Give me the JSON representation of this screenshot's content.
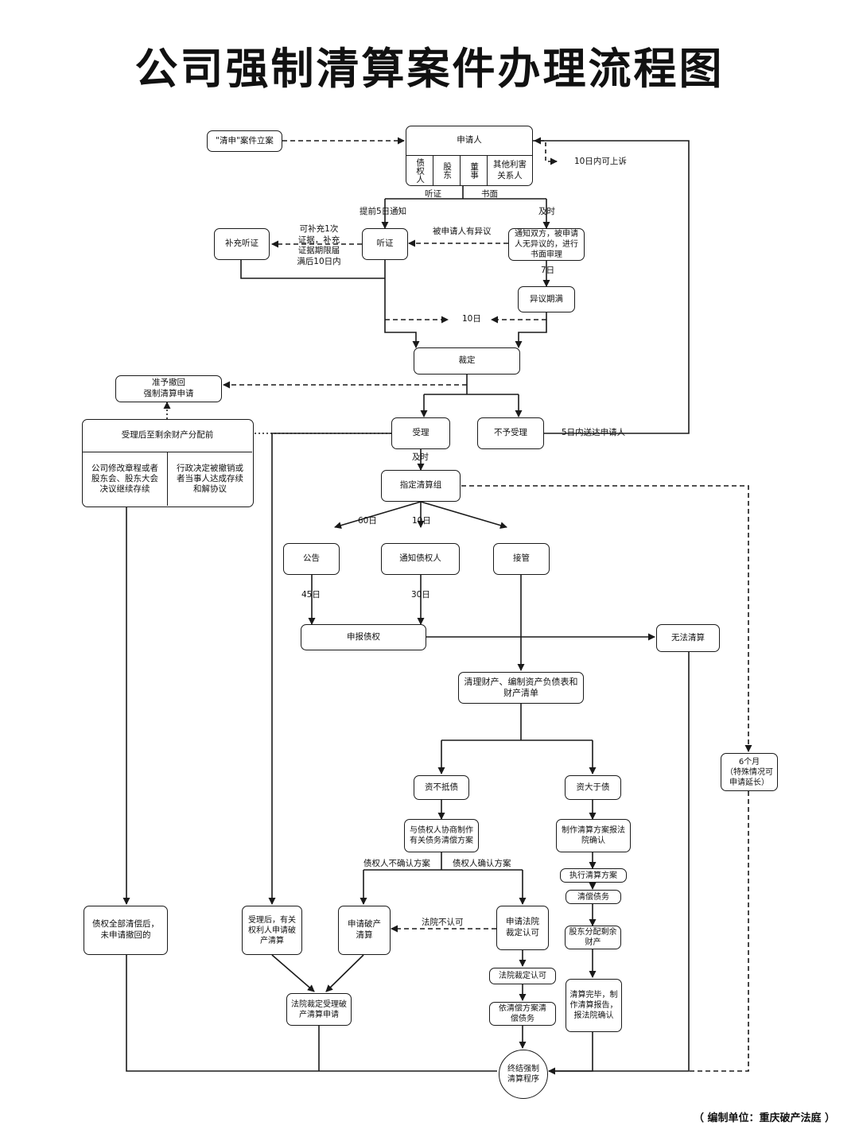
{
  "title": "公司强制清算案件办理流程图",
  "footer": "（ 编制单位：重庆破产法庭 ）",
  "nodes": {
    "case_filing": "\"清申\"案件立案",
    "applicant": "申请人",
    "applicant_types": [
      "债权人",
      "股东",
      "董事",
      "其他利害关系人"
    ],
    "hearing": "听证",
    "supplementary_hearing": "补充听证",
    "notify_both_parties": "通知双方，被申请人无异议的，进行书面审理",
    "objection_expiry": "异议期满",
    "ruling": "裁定",
    "permit_withdrawal": "准予撤回\n强制清算申请",
    "before_distribution": "受理后至剩余财产分配前",
    "continue_by_amendment": "公司修改章程或者股东会、股东大会决议继续存续",
    "administrative_revocation": "行政决定被撤销或者当事人达成存续和解协议",
    "accept": "受理",
    "not_accept": "不予受理",
    "designate_group": "指定清算组",
    "announcement": "公告",
    "notify_creditors": "通知债权人",
    "take_over": "接管",
    "declare_claims": "申报债权",
    "unable_to_liquidate": "无法清算",
    "clear_property": "清理财产、编制资产负债表和财产清单",
    "insolvent": "资不抵债",
    "solvent": "资大于债",
    "negotiate_plan": "与债权人协商制作有关债务清偿方案",
    "make_plan": "制作清算方案报法院确认",
    "execute_plan": "执行清算方案",
    "repay_debts": "清偿债务",
    "distribute_remaining": "股东分配剩余财产",
    "liquidation_complete": "清算完毕，制作清算报告，报法院确认",
    "six_months": "6个月\n（特殊情况可申请延长）",
    "claims_repaid_withdraw": "债权全部清偿后，未申请撤回的",
    "others_apply_bankruptcy": "受理后，有关权利人申请破产清算",
    "apply_bankruptcy": "申请破产清算",
    "apply_court_approval": "申请法院裁定认可",
    "court_approves": "法院裁定认可",
    "repay_per_plan": "依清偿方案清偿债务",
    "court_accepts_bankruptcy": "法院裁定受理破产清算申请",
    "terminate": "终结强制清算程序"
  },
  "labels": {
    "appeal_10_days": "10日内可上诉",
    "hearing_mode": "听证",
    "written_mode": "书面",
    "notice_5_days": "提前5日通知",
    "timely_1": "及时",
    "respondent_objects": "被申请人有异议",
    "supplement_evidence": "可补充1次\n证据，补充\n证据期限届\n满后10日内",
    "seven_days": "7日",
    "ten_days": "10日",
    "deliver_5_days": "5日内送达申请人",
    "timely_2": "及时",
    "sixty_days": "60日",
    "ten_days_2": "10日",
    "forty_five_days": "45日",
    "thirty_days": "30日",
    "creditors_reject": "债权人不确认方案",
    "creditors_confirm": "债权人确认方案",
    "court_rejects": "法院不认可"
  }
}
